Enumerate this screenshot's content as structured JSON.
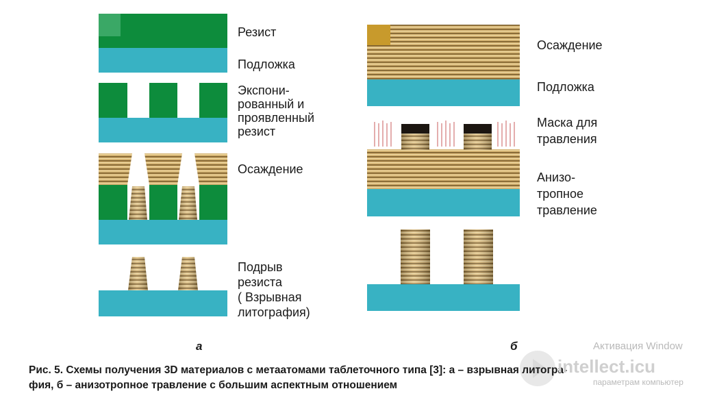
{
  "panel_a": {
    "letter": "а",
    "steps": [
      {
        "label": "Резист"
      },
      {
        "label": "Подложка"
      },
      {
        "label": "Экспони-\nрованный и\nпроявленный\nрезист"
      },
      {
        "label": "Осаждение"
      },
      {
        "label": "Подрыв\nрезиста\n( Взрывная\nлитография)"
      }
    ]
  },
  "panel_b": {
    "letter": "б",
    "steps": [
      {
        "label": "Осаждение"
      },
      {
        "label": "Подложка"
      },
      {
        "label": "Маска для\nтравления"
      },
      {
        "label": "Анизо-\nтропное\nтравление"
      }
    ]
  },
  "caption": {
    "line1": "Рис. 5. Схемы получения 3D материалов с метаатомами таблеточного типа [3]: а – взрывная литогра-",
    "line2": "фия, б – анизотропное травление с большим аспектным отношением"
  },
  "watermark": {
    "brand": "intellect.icu",
    "activation_title": "Активация Window",
    "activation_sub": "параметрам компьютер"
  },
  "colors": {
    "resist": "#0d8c3c",
    "resist_corner": "#3aa866",
    "substrate": "#38b2c3",
    "gold_light": "#d9b87a",
    "gold_dark": "#6b5226",
    "mask": "#1c1611",
    "etch_lines": "#d98a8a",
    "background": "#ffffff",
    "text": "#1a1a1a"
  }
}
